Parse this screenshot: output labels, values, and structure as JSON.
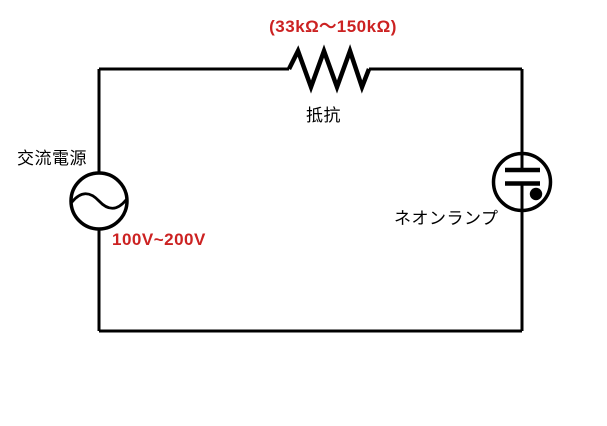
{
  "diagram": {
    "type": "electrical-circuit",
    "components": {
      "resistor": {
        "label": "抵抗",
        "range_label": "(33kΩ～150kΩ)"
      },
      "ac_source": {
        "label": "交流電源",
        "voltage_label": "100V~200V"
      },
      "neon_lamp": {
        "label": "ネオンランプ"
      }
    },
    "colors": {
      "annotation": "#cc2222",
      "line": "#000000",
      "background": "#ffffff"
    }
  }
}
